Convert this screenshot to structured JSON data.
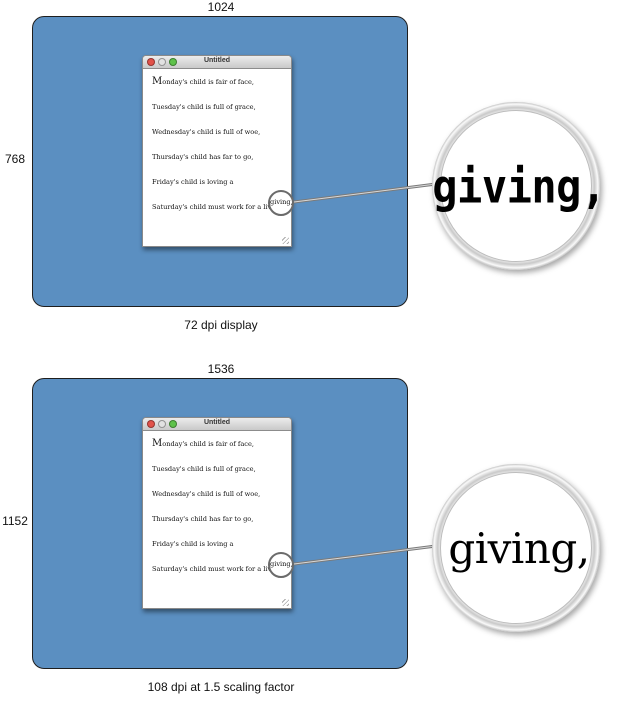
{
  "panels": [
    {
      "width_label": "1024",
      "height_label": "768",
      "caption": "72 dpi display",
      "window_title": "Untitled",
      "magnified_word": "giving,",
      "circled_word": "giving,"
    },
    {
      "width_label": "1536",
      "height_label": "1152",
      "caption": "108 dpi at 1.5 scaling factor",
      "window_title": "Untitled",
      "magnified_word": "giving,",
      "circled_word": "giving,"
    }
  ],
  "poem": {
    "first_cap": "M",
    "first_rest": "onday's child is fair of face,",
    "lines": [
      "Tuesday's child is full of grace,",
      "Wednesday's child is full of woe,",
      "Thursday's child has far to go,",
      "Friday's child is loving a",
      "Saturday's child must work for a living,"
    ]
  },
  "colors": {
    "screen": "#5b8fc1",
    "close_button": "#e2524a",
    "zoom_button": "#5ec24a"
  }
}
